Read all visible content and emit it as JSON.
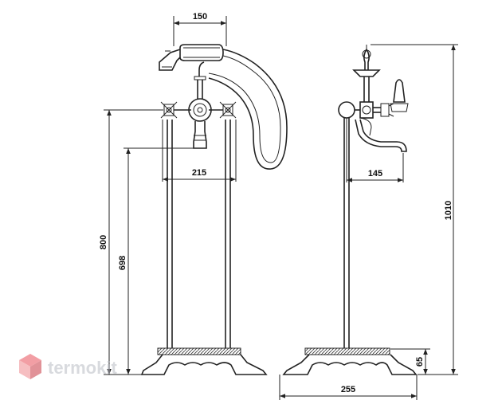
{
  "dimensions": {
    "shower_width": "150",
    "tap_spacing": "215",
    "spout_reach": "145",
    "base_depth": "255",
    "handle_height": "800",
    "spout_height": "698",
    "total_height": "1010",
    "base_height": "65"
  },
  "watermark": {
    "text": "termokit",
    "colors": {
      "top": "#e8505b",
      "left": "#f08a8f",
      "right": "#c93a44"
    }
  }
}
